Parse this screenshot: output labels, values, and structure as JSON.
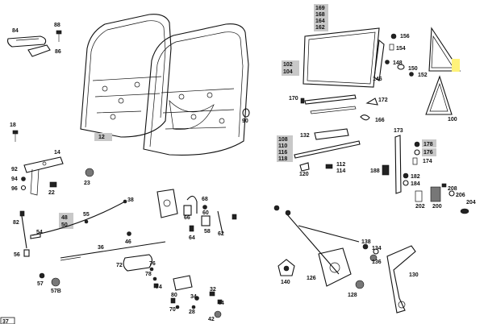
{
  "page_number": "37",
  "labels": {
    "l84": "84",
    "l88": "88",
    "l86": "86",
    "l12": "12",
    "l90": "90",
    "l169": "169",
    "l168": "168",
    "l164": "164",
    "l162": "162",
    "l156": "156",
    "l154": "154",
    "l148": "148",
    "l150": "150",
    "l146": "146",
    "l152": "152",
    "l102": "102",
    "l104": "104",
    "l170": "170",
    "l172": "172",
    "l166": "166",
    "l132": "132",
    "l108": "108",
    "l110": "110",
    "l116": "116",
    "l118": "118",
    "l120": "120",
    "l112": "112",
    "l114": "114",
    "l173": "173",
    "l178": "178",
    "l176": "176",
    "l174": "174",
    "l188": "188",
    "l182": "182",
    "l184": "184",
    "l100": "100",
    "l202": "202",
    "l200": "200",
    "l208": "208",
    "l206": "206",
    "l204": "204",
    "l18": "18",
    "l14": "14",
    "l92": "92",
    "l94": "94",
    "l96": "96",
    "l22": "22",
    "l23": "23",
    "l38": "38",
    "l48": "48",
    "l50": "50",
    "l55": "55",
    "l82": "82",
    "l54": "54",
    "l56": "56",
    "l36": "36",
    "l46": "46",
    "l57": "57",
    "l57b": "57B",
    "l68": "68",
    "l66": "66",
    "l60": "60",
    "l64": "64",
    "l58": "58",
    "l62": "62",
    "l72": "72",
    "l76": "76",
    "l78": "78",
    "l74": "74",
    "l80": "80",
    "l32": "32",
    "l34": "34",
    "l44": "44",
    "l70": "70",
    "l28": "28",
    "l42": "42",
    "l138": "138",
    "l134": "134",
    "l136": "136",
    "l140": "140",
    "l126": "126",
    "l128": "128",
    "l130": "130"
  },
  "highlight_colors": {
    "gray": "#c8c8c8",
    "yellow": "#fff27a"
  }
}
